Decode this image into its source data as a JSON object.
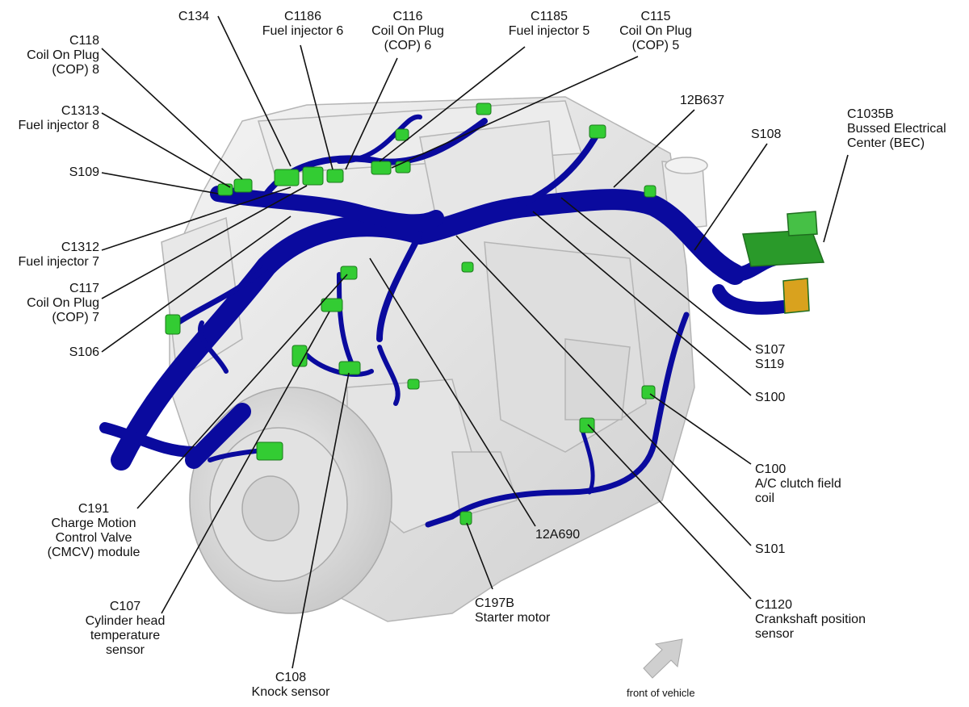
{
  "labels": {
    "c118": [
      "C118",
      "Coil On Plug",
      "(COP) 8"
    ],
    "c1313": [
      "C1313",
      "Fuel injector 8"
    ],
    "s109": [
      "S109"
    ],
    "c1312": [
      "C1312",
      "Fuel injector 7"
    ],
    "c117": [
      "C117",
      "Coil On Plug",
      "(COP) 7"
    ],
    "s106": [
      "S106"
    ],
    "c191": [
      "C191",
      "Charge Motion",
      "Control Valve",
      "(CMCV) module"
    ],
    "c107": [
      "C107",
      "Cylinder head",
      "temperature",
      "sensor"
    ],
    "c108": [
      "C108",
      "Knock sensor"
    ],
    "c134": [
      "C134"
    ],
    "c1186": [
      "C1186",
      "Fuel injector 6"
    ],
    "c116": [
      "C116",
      "Coil On Plug",
      "(COP) 6"
    ],
    "c1185": [
      "C1185",
      "Fuel injector 5"
    ],
    "c115": [
      "C115",
      "Coil On Plug",
      "(COP) 5"
    ],
    "12b637": [
      "12B637"
    ],
    "s108": [
      "S108"
    ],
    "c1035b": [
      "C1035B",
      "Bussed Electrical",
      "Center (BEC)"
    ],
    "s107": [
      "S107",
      "S119"
    ],
    "s100": [
      "S100"
    ],
    "c100": [
      "C100",
      "A/C clutch field",
      "coil"
    ],
    "12a690": [
      "12A690"
    ],
    "s101": [
      "S101"
    ],
    "c197b": [
      "C197B",
      "Starter motor"
    ],
    "c1120": [
      "C1120",
      "Crankshaft position",
      "sensor"
    ],
    "front": [
      "front of vehicle"
    ]
  },
  "colors": {
    "harness": "#0a0a9e",
    "connector": "#33cc33",
    "engine": "#e2e2e2",
    "engine_edge": "#b9b9b9",
    "bec": "#2a9a2a",
    "arrow": "#cfcfcf"
  }
}
